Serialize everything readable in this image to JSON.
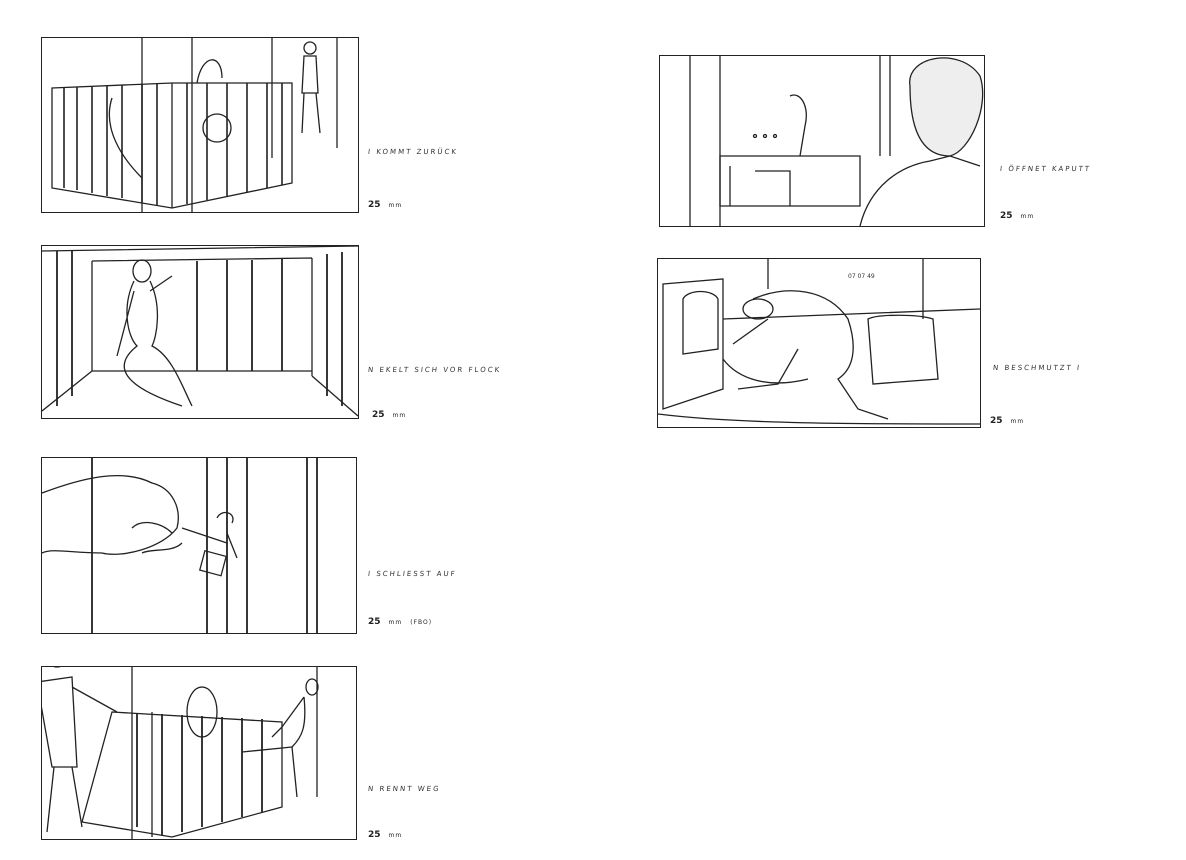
{
  "storyboard": {
    "frames": [
      {
        "action": "I KOMMT ZURÜCK",
        "lens": "25",
        "unit": "mm",
        "extra": ""
      },
      {
        "action": "N EKELT SICH VOR FLOCK",
        "lens": "25",
        "unit": "mm",
        "extra": ""
      },
      {
        "action": "I SCHLIESST AUF",
        "lens": "25",
        "unit": "mm",
        "extra": "(FBO)"
      },
      {
        "action": "N RENNT WEG",
        "lens": "25",
        "unit": "mm",
        "extra": ""
      },
      {
        "action": "I ÖFFNET KAPUTT",
        "lens": "25",
        "unit": "mm",
        "extra": ""
      },
      {
        "action": "N BESCHMUTZT I",
        "lens": "25",
        "unit": "mm",
        "extra": ""
      }
    ],
    "clock_readout": "07 07 49"
  }
}
